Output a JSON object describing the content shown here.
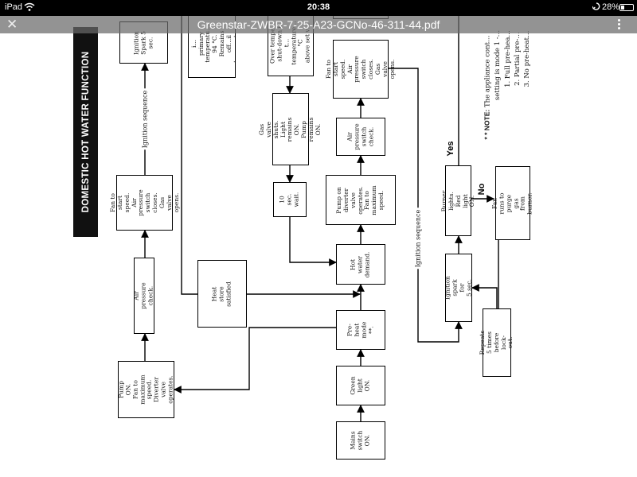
{
  "status_bar": {
    "carrier": "iPad",
    "time": "20:38",
    "battery": "28%",
    "battery_level": 0.28
  },
  "toolbar": {
    "close_label": "✕",
    "title": "Greenstar-ZWBR-7-25-A23-GCNo-46-311-44.pdf"
  },
  "document": {
    "heading": "DOMESTIC HOT WATER FUNCTION",
    "boxes": {
      "mains_switch": "Mains\nswitch\nON.",
      "green_light": "Green\nlight\nON.",
      "pre_heat": "Pre-heat\nmode **.",
      "hot_water_demand": "Hot water\ndemand.",
      "pump_diverter": "Pump on\ndiverter valve\noperates.\nFan to\nmaximum\nspeed.",
      "air_pressure_switch": "Air\npressure\nswitch\ncheck.",
      "fan_start_top": "Fan to start\nspeed.\nAir pressure\nswitch closes.\nGas valve opens.",
      "wait_10": "10 sec.\nwait.",
      "gas_valve_shuts": "Gas valve shuts.\nLight remains ON.\nPump remains ON.",
      "over_temp": "Over tempe…\nshut-down if t…\ntemperature…°C\nabove set v…",
      "burner_shut": "Burner shut-down i…\nprimary temperatu…\n94 °C.\nRemains off…il\ntemperature b…°C",
      "heat_store": "Heat store satisfied",
      "pump_on_left": "Pump ON.\nFan to maximum\nspeed.\nDiverter valve\noperates.",
      "air_pressure_check": "Air pressure check.",
      "fan_start_left": "Fan to start\nspeed.\nAir pressure\nswitch closes.\nGas valve opens.",
      "ignition_spark_5_top": "Ignition\nSpark 5\nsec.",
      "ignition_spark_5": "Ignition spark for\n5 sec.",
      "burner_lights": "Burner lights.\nRed light ON.",
      "fan_purge": "Fan runs to purge\ngas from burner.",
      "repeats_5": "Repeats 5 times\nbefore lock-out."
    },
    "labels": {
      "ignition_sequence_left": "Ignition sequence",
      "ignition_sequence_right": "Ignition sequence",
      "yes": "Yes",
      "no": "No"
    },
    "note": {
      "marker": "* * NOTE:",
      "line1": "The appliance cont…",
      "line2": "setting is mode 1 -…",
      "line3": "1. Full pre-hea…",
      "line4": "2. Partial pre-…",
      "line5": "3. No pre-heat…"
    }
  }
}
